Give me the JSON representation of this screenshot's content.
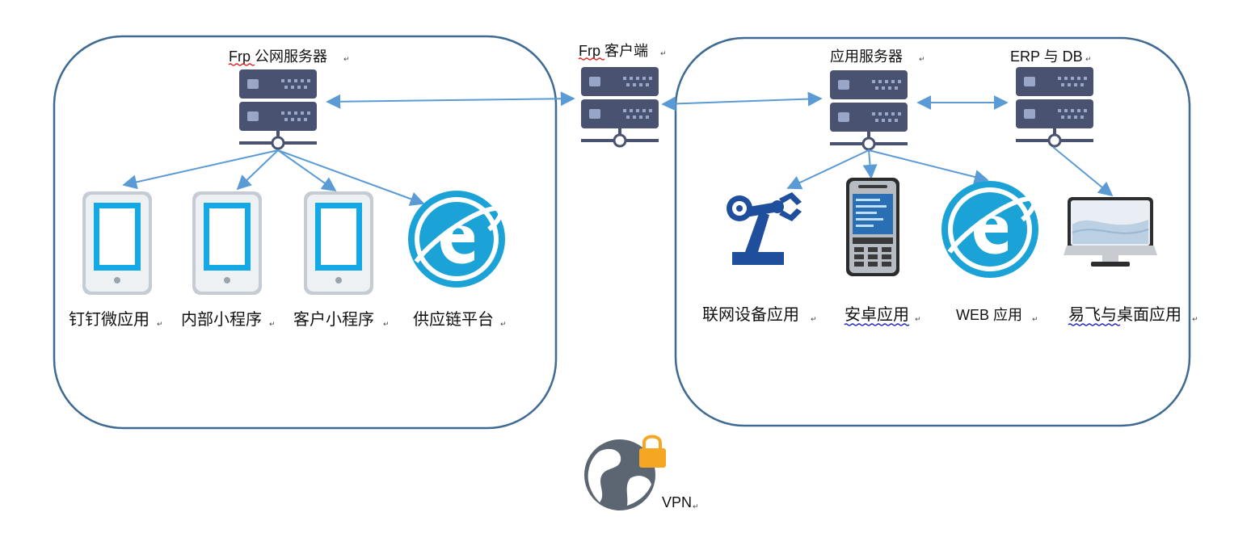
{
  "groups": {
    "public": {
      "name": "public-network-group"
    },
    "private": {
      "name": "internal-network-group"
    }
  },
  "servers": {
    "frp_public": "Frp 公网服务器",
    "frp_client": "Frp 客户端",
    "app_server": "应用服务器",
    "erp_db": "ERP 与 DB"
  },
  "public_apps": {
    "dingtalk": "钉钉微应用",
    "internal_mini": "内部小程序",
    "customer_mini": "客户小程序",
    "supply_chain": "供应链平台"
  },
  "private_apps": {
    "iot": "联网设备应用",
    "android": "安卓应用",
    "web": "WEB 应用",
    "yifei_desktop": "易飞与桌面应用"
  },
  "vpn": {
    "label": "VPN"
  },
  "colors": {
    "group_border": "#3e6a93",
    "arrow": "#5b9bd5",
    "server_body": "#4a5272",
    "phone_screen": "#13a9e6",
    "phone_frame": "#c5ccd3",
    "ie_blue": "#1ba3d8",
    "robot": "#1f4f9c",
    "vpn_globe": "#5b6672",
    "vpn_lock": "#f5a623"
  },
  "icons": {
    "server": "server-icon",
    "phone": "phone-icon",
    "browser": "ie-browser-icon",
    "robot": "robot-arm-icon",
    "handset": "android-phone-icon",
    "monitor": "desktop-monitor-icon",
    "vpn": "vpn-globe-lock-icon"
  }
}
